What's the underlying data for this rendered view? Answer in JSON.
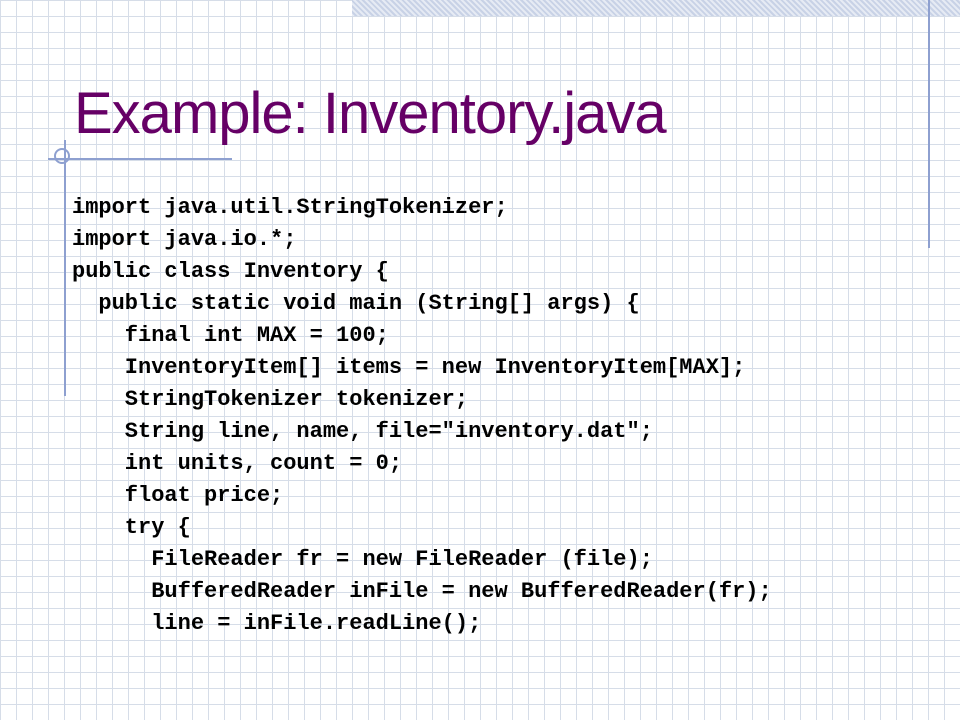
{
  "slide": {
    "title": "Example: Inventory.java",
    "code_lines": [
      "import java.util.StringTokenizer;",
      "import java.io.*;",
      "public class Inventory {",
      "  public static void main (String[] args) {",
      "    final int MAX = 100;",
      "    InventoryItem[] items = new InventoryItem[MAX];",
      "    StringTokenizer tokenizer;",
      "    String line, name, file=\"inventory.dat\";",
      "    int units, count = 0;",
      "    float price;",
      "    try {",
      "      FileReader fr = new FileReader (file);",
      "      BufferedReader inFile = new BufferedReader(fr);",
      "      line = inFile.readLine();"
    ]
  },
  "colors": {
    "title": "#660066",
    "code": "#000000",
    "accent_lines": "#8ea0d0",
    "grid": "#d6dde8"
  }
}
